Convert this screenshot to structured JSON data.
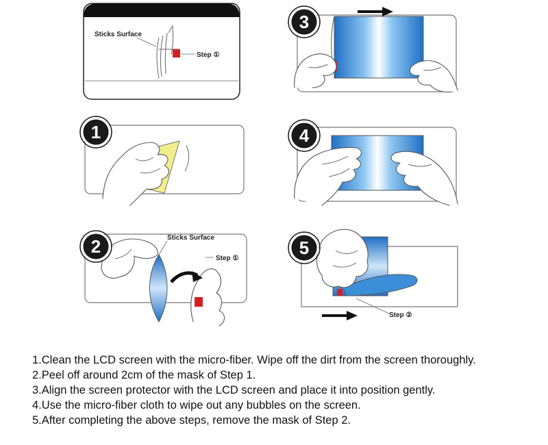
{
  "panels": {
    "step0": {
      "surface_label": "Sticks Surface",
      "mask_label": "Step ①"
    },
    "step1": {
      "badge": "1"
    },
    "step2": {
      "badge": "2",
      "surface_label": "Sticks Surface",
      "mask_label": "Step ①"
    },
    "step3": {
      "badge": "3"
    },
    "step4": {
      "badge": "4"
    },
    "step5": {
      "badge": "5",
      "mask_label": "Step ②"
    }
  },
  "instructions": [
    "1.Clean the LCD screen with the micro-fiber. Wipe off the dirt from the screen thoroughly.",
    "2.Peel off around 2cm of the mask of Step 1.",
    "3.Align the screen protector with the LCD screen and place it into position gently.",
    "4.Use the micro-fiber cloth to wipe out any bubbles on the screen.",
    "5.After completing the above steps, remove the mask of Step 2."
  ],
  "colors": {
    "screen_blue": "#2f86d6",
    "cloth_yellow": "#f2ee8a",
    "mask_red": "#d42020",
    "badge_black": "#1a1a1a"
  }
}
